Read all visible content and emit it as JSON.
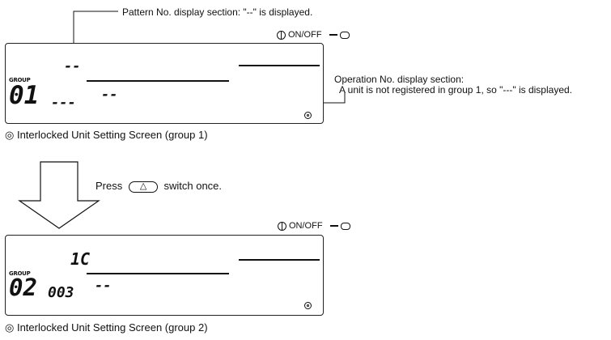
{
  "annotations": {
    "pattern_label": "Pattern No. display section: \"--\" is displayed.",
    "operation_label_1": "Operation No. display section:",
    "operation_label_2": "A unit is not registered in group 1, so \"---\" is displayed."
  },
  "onoff": "ON/OFF",
  "screen1": {
    "group_label": "GROUP",
    "group_number": "01",
    "pattern": "--",
    "operation": "---",
    "extra": "--",
    "caption": "Interlocked Unit Setting Screen (group 1)"
  },
  "press": {
    "before": "Press",
    "after": "switch once."
  },
  "screen2": {
    "group_label": "GROUP",
    "group_number": "02",
    "pattern": "1C",
    "operation": "003",
    "extra": "--",
    "caption": "Interlocked Unit Setting Screen (group 2)"
  }
}
